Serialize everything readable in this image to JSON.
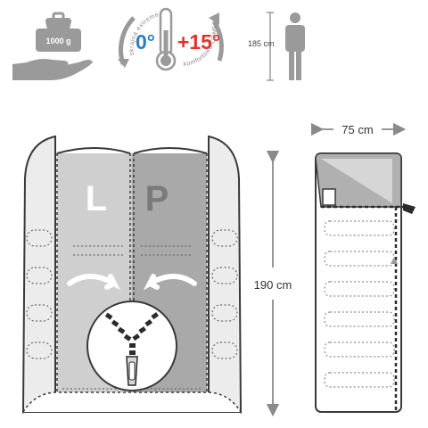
{
  "icons": {
    "weight": {
      "label": "1000 g"
    },
    "temperature": {
      "extreme_label": "skrajna extreme",
      "extreme_value": "0°",
      "comfort_label": "komfortowa COMFORT",
      "comfort_value": "+15°"
    },
    "height": {
      "label": "185 cm"
    }
  },
  "bags": {
    "left_letter": "L",
    "right_letter": "P",
    "length_label": "190 cm",
    "width_label": "75 cm"
  },
  "colors": {
    "outline": "#3a3a3a",
    "gray_dark": "#8a8a8a",
    "gray_mid": "#b4b4b4",
    "gray_light": "#d4d4d4",
    "comfort_red": "#e4322b",
    "extreme_blue": "#2a7fc4"
  }
}
